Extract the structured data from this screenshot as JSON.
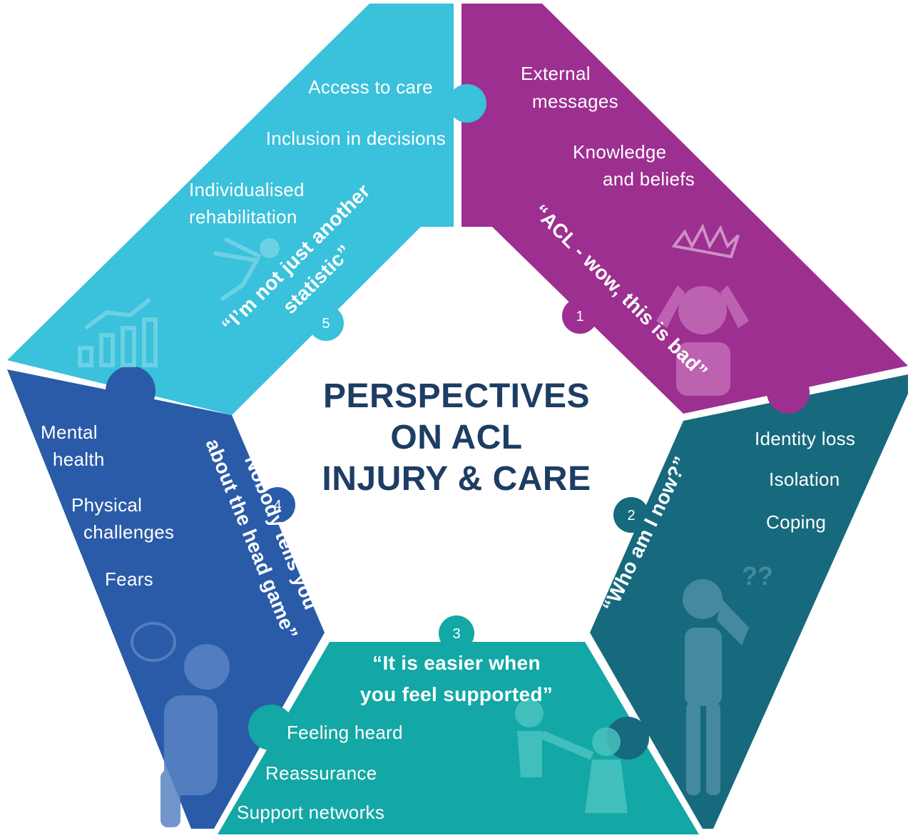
{
  "title": {
    "line1": "PERSPECTIVES",
    "line2": "ON ACL",
    "line3": "INJURY & CARE"
  },
  "colors": {
    "segment1": "#9d2f91",
    "segment2": "#17697d",
    "segment3": "#13a7a5",
    "segment4": "#2a5ba8",
    "segment5": "#3ac1db",
    "title": "#1d3d64"
  },
  "segments": [
    {
      "number": "1",
      "quote": "“ACL - wow, this is bad”",
      "items": [
        "External",
        "messages",
        "Knowledge",
        "and beliefs"
      ],
      "icon": "shocked-person-icon"
    },
    {
      "number": "2",
      "quote": "“Who am I now?”",
      "items": [
        "Identity loss",
        "Isolation",
        "Coping"
      ],
      "icon": "confused-person-icon"
    },
    {
      "number": "3",
      "quote_line1": "“It is easier when",
      "quote_line2": "you feel supported”",
      "items": [
        "Feeling heard",
        "Reassurance",
        "Support networks"
      ],
      "icon": "helping-hand-icon"
    },
    {
      "number": "4",
      "quote_line1": "“Nobody tells you",
      "quote_line2": "about the head game”",
      "items": [
        "Mental",
        "health",
        "Physical",
        "challenges",
        "Fears"
      ],
      "icon": "stressed-person-icon"
    },
    {
      "number": "5",
      "quote_line1": "“I’m not just another",
      "quote_line2": "statistic”",
      "items": [
        "Access to care",
        "Inclusion in decisions",
        "Individualised",
        "rehabilitation"
      ],
      "icon": "athlete-chart-icon"
    }
  ]
}
